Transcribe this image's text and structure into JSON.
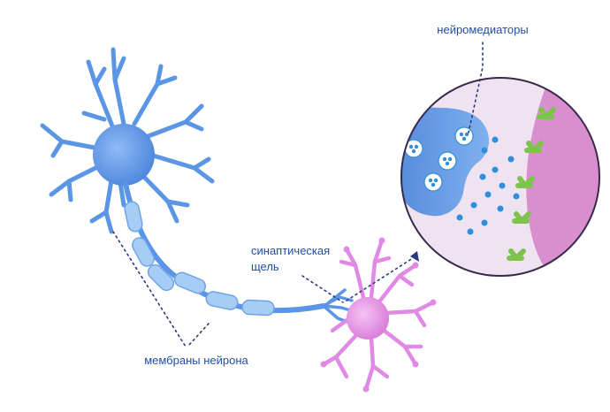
{
  "labels": {
    "neurotransmitters": "нейромедиаторы",
    "synaptic_cleft_line1": "синаптическая",
    "synaptic_cleft_line2": "щель",
    "neuron_membranes": "мембраны нейрона"
  },
  "colors": {
    "neuron_blue": "#5a95e6",
    "neuron_blue_light": "#9cc3f7",
    "myelin": "#a7cdf6",
    "neuron_pink": "#e08ae6",
    "neuron_pink_light": "#f4c6f4",
    "zoom_bg": "#efe3f1",
    "zoom_border": "#3a2a4a",
    "postsynaptic": "#d98fcf",
    "receptor": "#7ec34c",
    "molecule": "#2f8fd9",
    "label": "#1f4fa8",
    "pointer": "#2a3a7a"
  }
}
